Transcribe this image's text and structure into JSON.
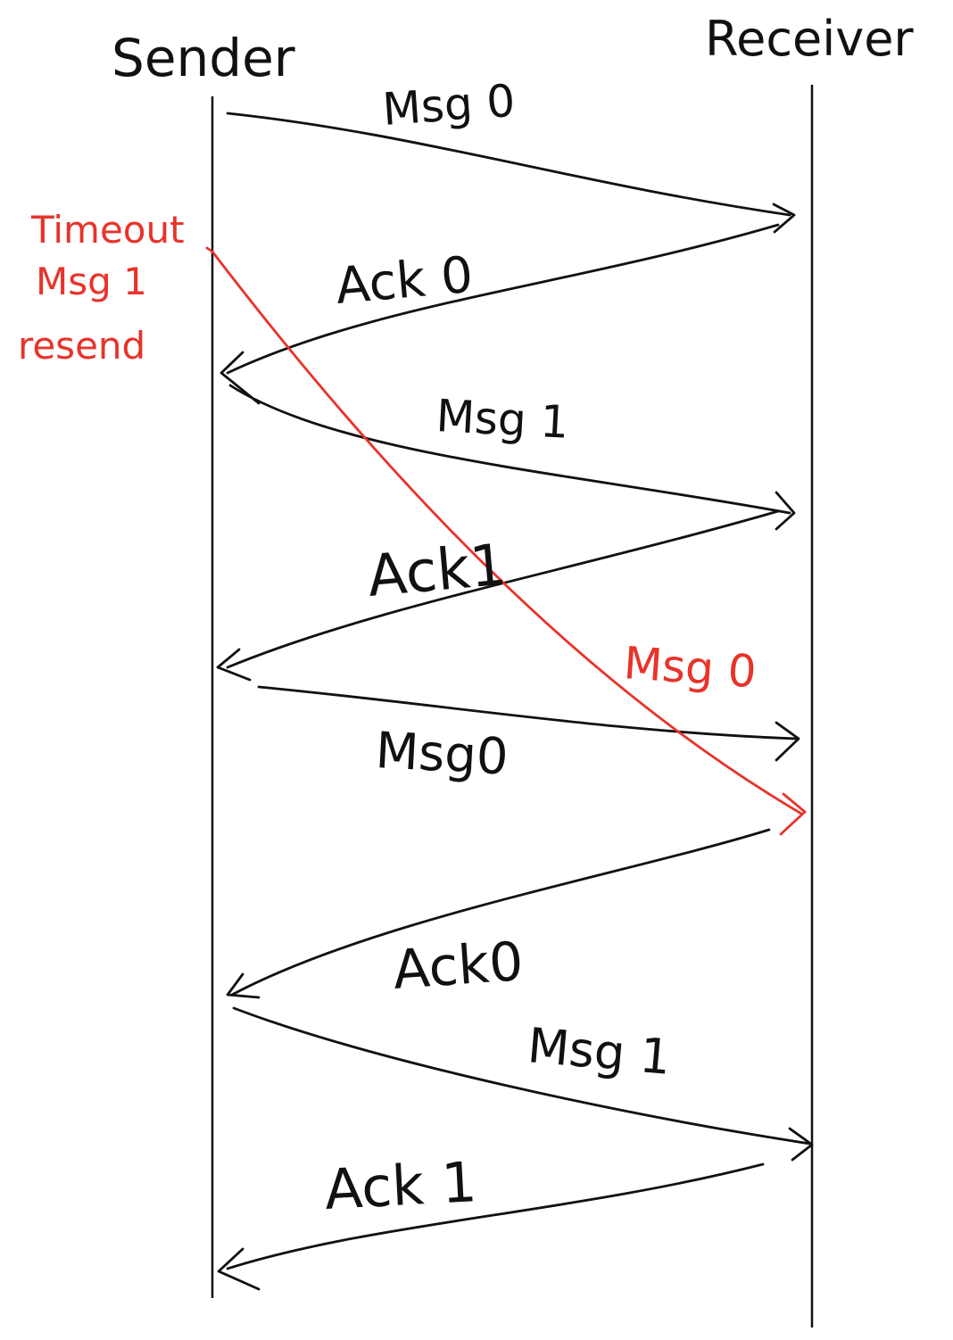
{
  "colors": {
    "ink": "#111111",
    "annotation": "#e8332a",
    "background": "#ffffff"
  },
  "lifelines": {
    "sender_label": "Sender",
    "receiver_label": "Receiver"
  },
  "messages": [
    {
      "label": "Msg 0",
      "direction": "sender-to-receiver"
    },
    {
      "label": "Ack 0",
      "direction": "receiver-to-sender"
    },
    {
      "label": "Msg 1",
      "direction": "sender-to-receiver"
    },
    {
      "label": "Ack1",
      "direction": "receiver-to-sender"
    },
    {
      "label": "Msg0",
      "direction": "sender-to-receiver"
    },
    {
      "label": "Ack0",
      "direction": "receiver-to-sender"
    },
    {
      "label": "Msg 1",
      "direction": "sender-to-receiver"
    },
    {
      "label": "Ack 1",
      "direction": "receiver-to-sender"
    }
  ],
  "timeout": {
    "line1": "Timeout",
    "line2": "Msg 1",
    "line3": "resend",
    "resent_label": "Msg 0"
  }
}
